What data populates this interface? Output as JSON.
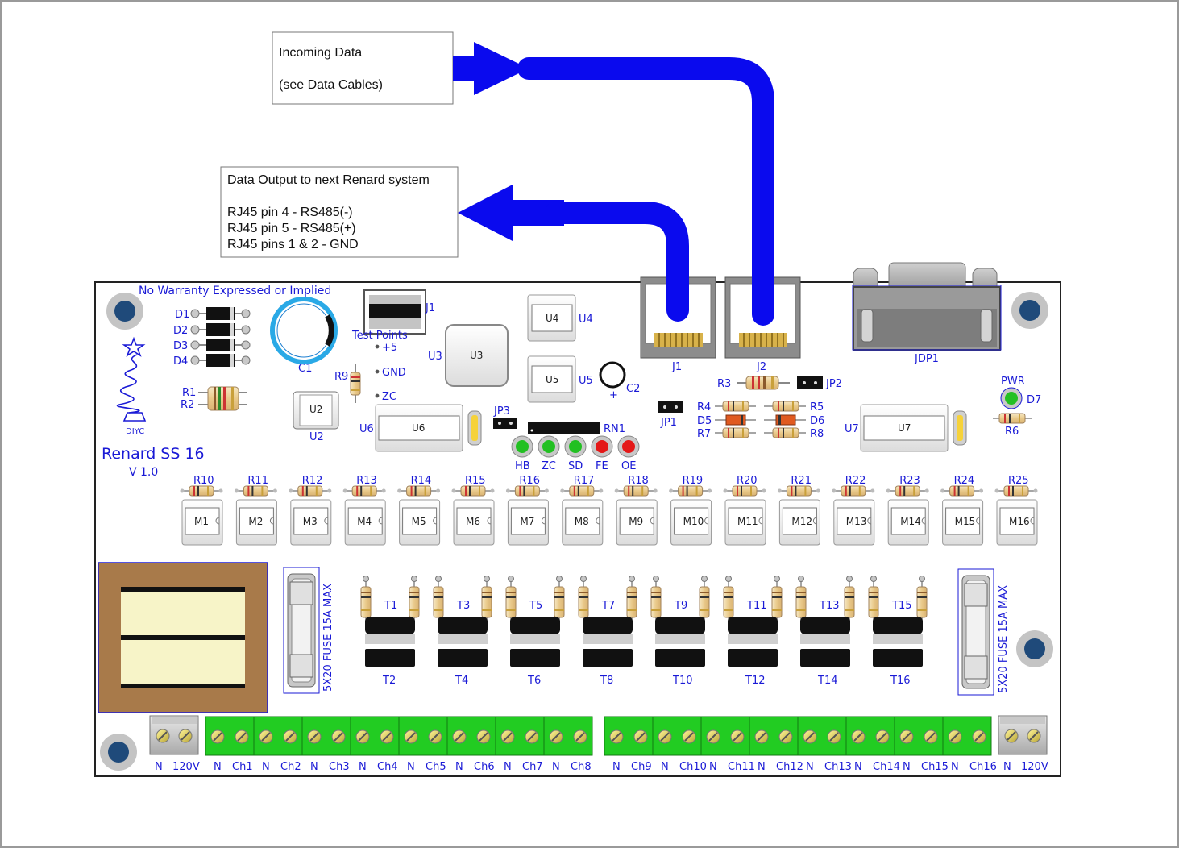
{
  "incoming_box": {
    "line1": "Incoming Data",
    "line2": "(see Data Cables)"
  },
  "output_box": {
    "line1": "Data Output to next Renard system",
    "line2": "RJ45 pin 4 - RS485(-)",
    "line3": "RJ45 pin 5 - RS485(+)",
    "line4": "RJ45 pins 1 & 2 - GND"
  },
  "board": {
    "warranty": "No Warranty Expressed or Implied",
    "title": "Renard SS 16",
    "version": "V 1.0",
    "logo_text": "DIYC",
    "diodes": [
      "D1",
      "D2",
      "D3",
      "D4"
    ],
    "resistors_small": [
      "R1",
      "R2"
    ],
    "c1": "C1",
    "j1": "J1",
    "test_points_title": "Test Points",
    "test_points": [
      "+5",
      "GND",
      "ZC"
    ],
    "r9": "R9",
    "u2": "U2",
    "u3": "U3",
    "u4": "U4",
    "u5": "U5",
    "u6": "U6",
    "u7": "U7",
    "c2": "C2",
    "c2_polarity": "+",
    "jp1": "JP1",
    "jp2": "JP2",
    "jp3": "JP3",
    "rn1": "RN1",
    "jacks": [
      "J1",
      "J2"
    ],
    "jdp1": "JDP1",
    "left_group": [
      "R4",
      "D5",
      "R7"
    ],
    "right_group": [
      "R5",
      "D6",
      "R8"
    ],
    "r3": "R3",
    "pwr": "PWR",
    "d7": "D7",
    "r6": "R6",
    "leds": [
      {
        "label": "HB",
        "color": "#22c022"
      },
      {
        "label": "ZC",
        "color": "#22c022"
      },
      {
        "label": "SD",
        "color": "#22c022"
      },
      {
        "label": "FE",
        "color": "#e41818"
      },
      {
        "label": "OE",
        "color": "#e41818"
      }
    ],
    "resistor_row": [
      "R10",
      "R11",
      "R12",
      "R13",
      "R14",
      "R15",
      "R16",
      "R17",
      "R18",
      "R19",
      "R20",
      "R21",
      "R22",
      "R23",
      "R24",
      "R25"
    ],
    "optos": [
      "M1",
      "M2",
      "M3",
      "M4",
      "M5",
      "M6",
      "M7",
      "M8",
      "M9",
      "M10",
      "M11",
      "M12",
      "M13",
      "M14",
      "M15",
      "M16"
    ],
    "triacs_top": [
      "T1",
      "T3",
      "T5",
      "T7",
      "T9",
      "T11",
      "T13",
      "T15"
    ],
    "triacs_bottom": [
      "T2",
      "T4",
      "T6",
      "T8",
      "T10",
      "T12",
      "T14",
      "T16"
    ],
    "fuse_label": "5X20 FUSE 15A MAX",
    "power_terminals": [
      "N",
      "120V"
    ],
    "channels_left": [
      "N",
      "Ch1",
      "N",
      "Ch2",
      "N",
      "Ch3",
      "N",
      "Ch4",
      "N",
      "Ch5",
      "N",
      "Ch6",
      "N",
      "Ch7",
      "N",
      "Ch8"
    ],
    "channels_right": [
      "N",
      "Ch9",
      "N",
      "Ch10",
      "N",
      "Ch11",
      "N",
      "Ch12",
      "N",
      "Ch13",
      "N",
      "Ch14",
      "N",
      "Ch15",
      "N",
      "Ch16"
    ]
  },
  "colors": {
    "silkscreen": "#1a1ad6",
    "cable": "#0a0aee",
    "terminal_green": "#22cc22",
    "transformer_brown": "#a87a4a",
    "transformer_core": "#f7f4c8"
  }
}
